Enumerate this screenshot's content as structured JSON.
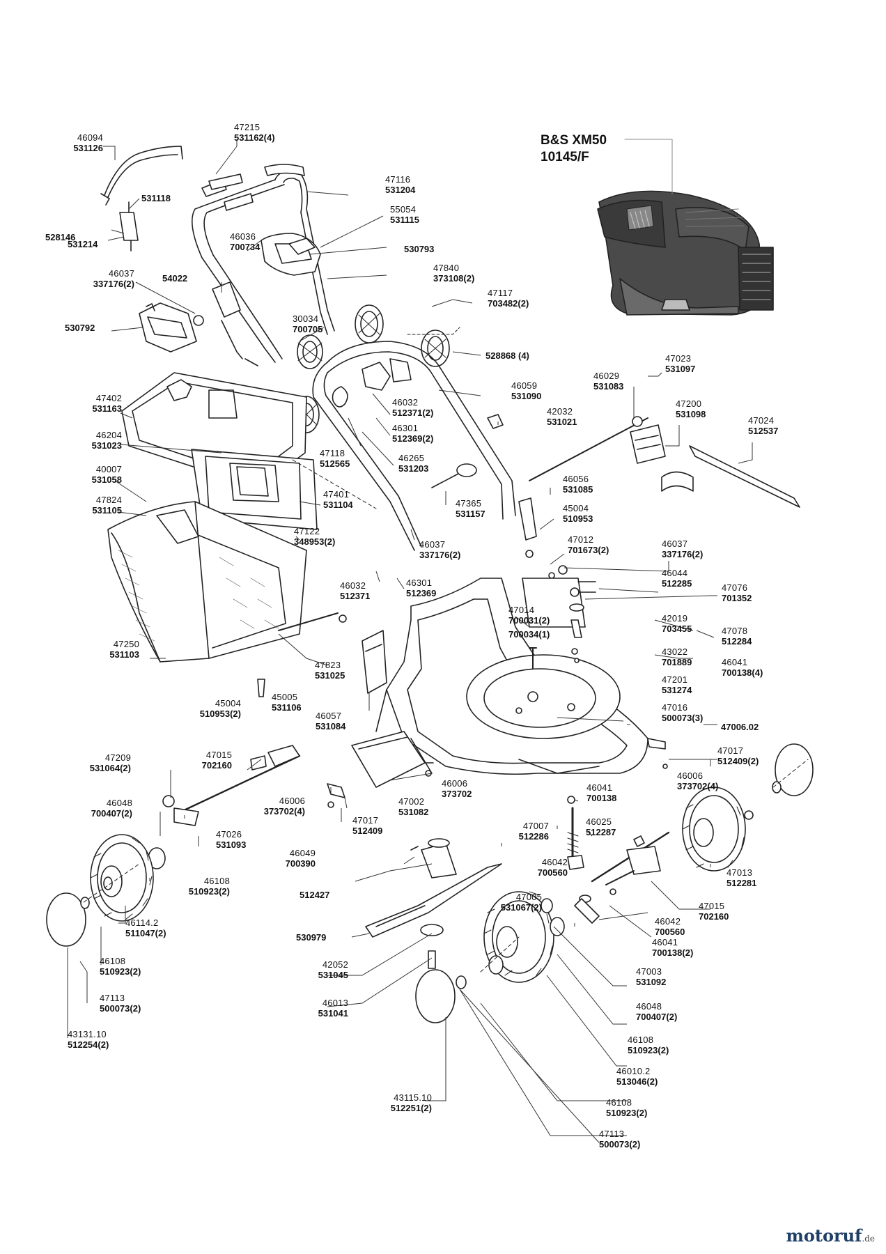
{
  "engine": {
    "name": "B&S XM50",
    "code": "10145/F"
  },
  "watermark": {
    "brand": "motoruf",
    "tld": ".de",
    "color": "#1f3f66"
  },
  "labels": [
    {
      "id": "l1",
      "ref": "46094",
      "art": "531126"
    },
    {
      "id": "l2",
      "ref": "",
      "art": "531118"
    },
    {
      "id": "l3",
      "ref": "",
      "art": "528146"
    },
    {
      "id": "l4",
      "ref": "",
      "art": "531214"
    },
    {
      "id": "l5",
      "ref": "47215",
      "art": "531162(4)"
    },
    {
      "id": "l6",
      "ref": "47116",
      "art": "531204"
    },
    {
      "id": "l7",
      "ref": "55054",
      "art": "531115"
    },
    {
      "id": "l8",
      "ref": "46036",
      "art": "700734"
    },
    {
      "id": "l9",
      "ref": "",
      "art": "530793"
    },
    {
      "id": "l10",
      "ref": "47840",
      "art": "373108(2)"
    },
    {
      "id": "l11",
      "ref": "46037",
      "art": "337176(2)"
    },
    {
      "id": "l12",
      "ref": "",
      "art": "54022"
    },
    {
      "id": "l13",
      "ref": "47117",
      "art": "703482(2)"
    },
    {
      "id": "l14",
      "ref": "",
      "art": "530792"
    },
    {
      "id": "l15",
      "ref": "30034",
      "art": "700705"
    },
    {
      "id": "l16",
      "ref": "",
      "art": "528868 (4)"
    },
    {
      "id": "l17",
      "ref": "47023",
      "art": "531097"
    },
    {
      "id": "l18",
      "ref": "46059",
      "art": "531090"
    },
    {
      "id": "l19",
      "ref": "46029",
      "art": "531083"
    },
    {
      "id": "l20",
      "ref": "47200",
      "art": "531098"
    },
    {
      "id": "l21",
      "ref": "47024",
      "art": "512537"
    },
    {
      "id": "l22",
      "ref": "47402",
      "art": "531163"
    },
    {
      "id": "l23",
      "ref": "46032",
      "art": "512371(2)"
    },
    {
      "id": "l24",
      "ref": "46301",
      "art": "512369(2)"
    },
    {
      "id": "l25",
      "ref": "42032",
      "art": "531021"
    },
    {
      "id": "l26",
      "ref": "46204",
      "art": "531023"
    },
    {
      "id": "l27",
      "ref": "47118",
      "art": "512565"
    },
    {
      "id": "l28",
      "ref": "46265",
      "art": "531203"
    },
    {
      "id": "l29",
      "ref": "40007",
      "art": "531058"
    },
    {
      "id": "l30",
      "ref": "47824",
      "art": "531105"
    },
    {
      "id": "l31",
      "ref": "47401",
      "art": "531104"
    },
    {
      "id": "l32",
      "ref": "47365",
      "art": "531157"
    },
    {
      "id": "l33",
      "ref": "46056",
      "art": "531085"
    },
    {
      "id": "l34",
      "ref": "45004",
      "art": "510953"
    },
    {
      "id": "l35",
      "ref": "47122",
      "art": "348953(2)"
    },
    {
      "id": "l36",
      "ref": "46037",
      "art": "337176(2)"
    },
    {
      "id": "l37",
      "ref": "47012",
      "art": "701673(2)"
    },
    {
      "id": "l38",
      "ref": "46037",
      "art": "337176(2)"
    },
    {
      "id": "l39",
      "ref": "46032",
      "art": "512371"
    },
    {
      "id": "l40",
      "ref": "46301",
      "art": "512369"
    },
    {
      "id": "l41",
      "ref": "46044",
      "art": "512285"
    },
    {
      "id": "l42",
      "ref": "47076",
      "art": "701352"
    },
    {
      "id": "l43",
      "ref": "47014",
      "art": "700031(2)"
    },
    {
      "id": "l44",
      "ref": "",
      "art": "700034(1)"
    },
    {
      "id": "l45",
      "ref": "42019",
      "art": "703455"
    },
    {
      "id": "l46",
      "ref": "47078",
      "art": "512284"
    },
    {
      "id": "l47",
      "ref": "43022",
      "art": "701889"
    },
    {
      "id": "l48",
      "ref": "46041",
      "art": "700138(4)"
    },
    {
      "id": "l49",
      "ref": "47250",
      "art": "531103"
    },
    {
      "id": "l50",
      "ref": "47823",
      "art": "531025"
    },
    {
      "id": "l51",
      "ref": "47201",
      "art": "531274"
    },
    {
      "id": "l52",
      "ref": "45004",
      "art": "510953(2)"
    },
    {
      "id": "l53",
      "ref": "45005",
      "art": "531106"
    },
    {
      "id": "l54",
      "ref": "46057",
      "art": "531084"
    },
    {
      "id": "l55",
      "ref": "47016",
      "art": "500073(3)"
    },
    {
      "id": "l56",
      "ref": "",
      "art": "47006.02"
    },
    {
      "id": "l57",
      "ref": "47209",
      "art": "531064(2)"
    },
    {
      "id": "l58",
      "ref": "47015",
      "art": "702160"
    },
    {
      "id": "l59",
      "ref": "47017",
      "art": "512409(2)"
    },
    {
      "id": "l60",
      "ref": "46006",
      "art": "373702"
    },
    {
      "id": "l61",
      "ref": "46006",
      "art": "373702(4)"
    },
    {
      "id": "l62",
      "ref": "46006",
      "art": "373702(4)"
    },
    {
      "id": "l63",
      "ref": "47002",
      "art": "531082"
    },
    {
      "id": "l64",
      "ref": "46041",
      "art": "700138"
    },
    {
      "id": "l65",
      "ref": "46048",
      "art": "700407(2)"
    },
    {
      "id": "l66",
      "ref": "47017",
      "art": "512409"
    },
    {
      "id": "l67",
      "ref": "47007",
      "art": "512286"
    },
    {
      "id": "l68",
      "ref": "46025",
      "art": "512287"
    },
    {
      "id": "l69",
      "ref": "47026",
      "art": "531093"
    },
    {
      "id": "l70",
      "ref": "46049",
      "art": "700390"
    },
    {
      "id": "l71",
      "ref": "46042",
      "art": "700560"
    },
    {
      "id": "l72",
      "ref": "47013",
      "art": "512281"
    },
    {
      "id": "l73",
      "ref": "46108",
      "art": "510923(2)"
    },
    {
      "id": "l74",
      "ref": "",
      "art": "512427"
    },
    {
      "id": "l75",
      "ref": "47005",
      "art": "531067(2)"
    },
    {
      "id": "l76",
      "ref": "47015",
      "art": "702160"
    },
    {
      "id": "l77",
      "ref": "46114.2",
      "art": "511047(2)"
    },
    {
      "id": "l78",
      "ref": "46042",
      "art": "700560"
    },
    {
      "id": "l79",
      "ref": "",
      "art": "530979"
    },
    {
      "id": "l80",
      "ref": "46041",
      "art": "700138(2)"
    },
    {
      "id": "l81",
      "ref": "46108",
      "art": "510923(2)"
    },
    {
      "id": "l82",
      "ref": "42052",
      "art": "531045"
    },
    {
      "id": "l83",
      "ref": "47003",
      "art": "531092"
    },
    {
      "id": "l84",
      "ref": "47113",
      "art": "500073(2)"
    },
    {
      "id": "l85",
      "ref": "46013",
      "art": "531041"
    },
    {
      "id": "l86",
      "ref": "46048",
      "art": "700407(2)"
    },
    {
      "id": "l87",
      "ref": "43131.10",
      "art": "512254(2)"
    },
    {
      "id": "l88",
      "ref": "46108",
      "art": "510923(2)"
    },
    {
      "id": "l89",
      "ref": "46010.2",
      "art": "513046(2)"
    },
    {
      "id": "l90",
      "ref": "43115.10",
      "art": "512251(2)"
    },
    {
      "id": "l91",
      "ref": "46108",
      "art": "510923(2)"
    },
    {
      "id": "l92",
      "ref": "47113",
      "art": "500073(2)"
    }
  ]
}
